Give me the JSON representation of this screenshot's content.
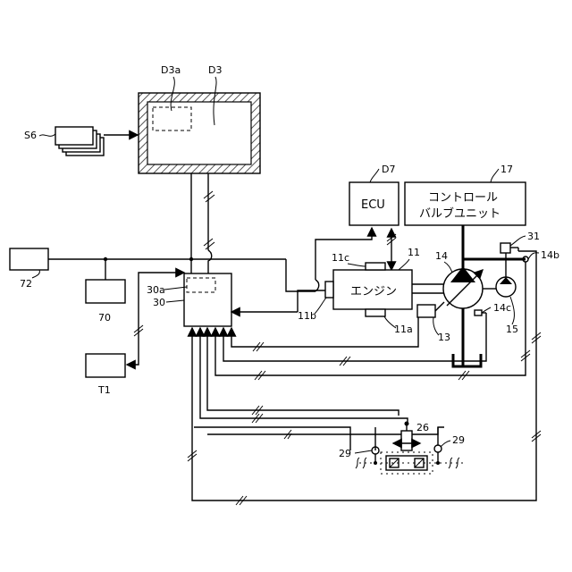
{
  "labels": {
    "d3": "D3",
    "d3a": "D3a",
    "s6": "S6",
    "d7": "D7",
    "ecu": "ECU",
    "n17": "17",
    "control_valve_line1": "コントロール",
    "control_valve_line2": "バルブユニット",
    "n72": "72",
    "n70": "70",
    "t1": "T1",
    "n30a": "30a",
    "n30": "30",
    "n11": "11",
    "n11c": "11c",
    "n11b": "11b",
    "n11a": "11a",
    "engine": "エンジン",
    "n14": "14",
    "n14b": "14b",
    "n14c": "14c",
    "n13": "13",
    "n15": "15",
    "n31": "31",
    "n26": "26",
    "n29_left": "29",
    "n29_right": "29"
  },
  "colors": {
    "line": "#000000",
    "background": "#ffffff",
    "display_frame": "#888888"
  }
}
